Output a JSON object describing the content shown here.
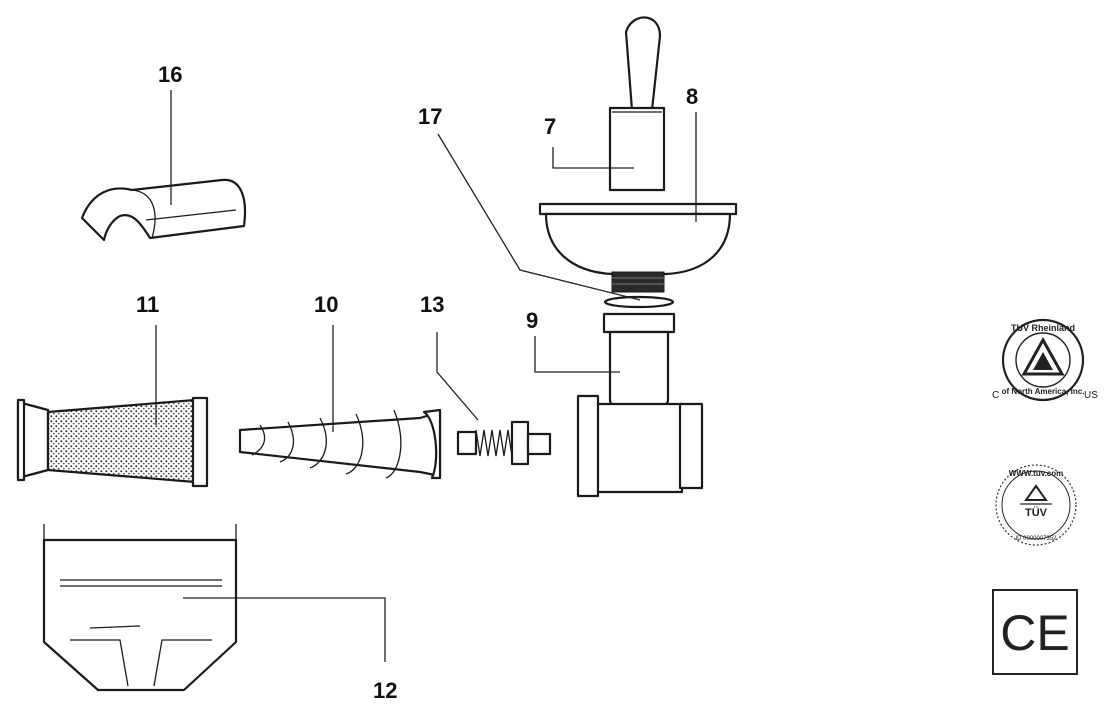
{
  "labels": {
    "p7": "7",
    "p8": "8",
    "p9": "9",
    "p10": "10",
    "p11": "11",
    "p12": "12",
    "p13": "13",
    "p16": "16",
    "p17": "17"
  },
  "marks": {
    "tuv_rheinland_top": "TUV Rheinland",
    "tuv_rheinland_bottom": "of North America, Inc.",
    "tuv_rheinland_left": "C",
    "tuv_rheinland_right": "US",
    "tuv_web_top": "WWW.tuv.com",
    "tuv_web_center": "TÜV",
    "tuv_web_bottom": "ID 0000007352",
    "ce": "CE"
  },
  "colors": {
    "ink": "#1a1a1a",
    "background": "#ffffff"
  }
}
